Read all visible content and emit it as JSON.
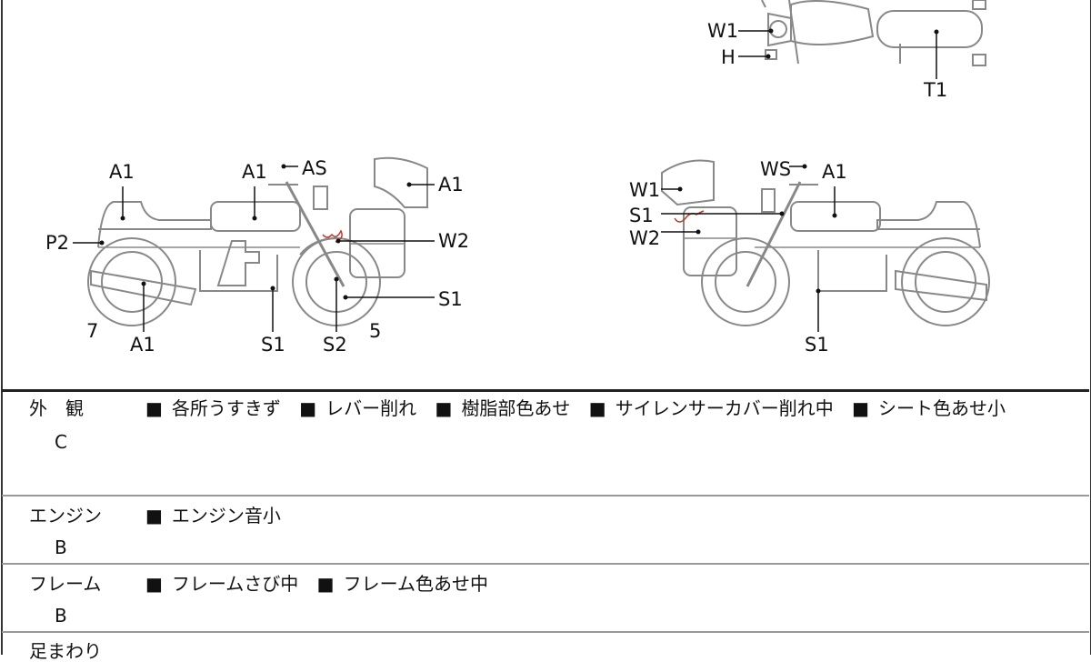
{
  "diagram": {
    "top_view_labels": [
      "W1",
      "H",
      "T1"
    ],
    "left_view_labels": [
      "A1",
      "A1",
      "AS",
      "A1",
      "P2",
      "W2",
      "S1",
      "7",
      "A1",
      "S1",
      "S2",
      "5"
    ],
    "right_view_labels": [
      "WS",
      "A1",
      "W1",
      "S1",
      "W2",
      "S1"
    ],
    "damage_mark_color": "#c0392b"
  },
  "rows": [
    {
      "category": "外　観",
      "grade": "C",
      "bullet": "■",
      "notes": [
        "各所うすきず",
        "レバー削れ",
        "樹脂部色あせ",
        "サイレンサーカバー削れ中",
        "シート色あせ小"
      ]
    },
    {
      "category": "エンジン",
      "grade": "B",
      "bullet": "■",
      "notes": [
        "エンジン音小"
      ]
    },
    {
      "category": "フレーム",
      "grade": "B",
      "bullet": "■",
      "notes": [
        "フレームさび中",
        "フレーム色あせ中"
      ]
    },
    {
      "category": "足まわり"
    }
  ]
}
